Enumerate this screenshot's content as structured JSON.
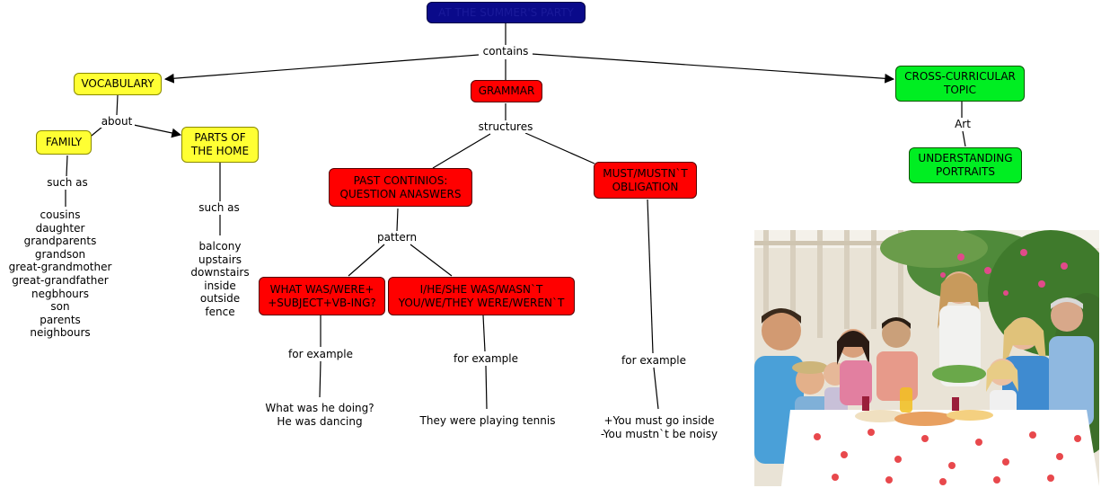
{
  "title": "AT THE SUMMER'S PARTY",
  "nodes": {
    "vocabulary": "VOCABULARY",
    "grammar": "GRAMMAR",
    "cross": "CROSS-CURRICULAR\nTOPIC",
    "family": "FAMILY",
    "parts": "PARTS OF\nTHE HOME",
    "understanding": "UNDERSTANDING\nPORTRAITS",
    "past": "PAST CONTINIOS:\nQUESTION ANASWERS",
    "must": "MUST/MUSTN`T\nOBLIGATION",
    "whatwas": "WHAT WAS/WERE+\n+SUBJECT+VB-ING?",
    "ihe": "I/HE/SHE WAS/WASN`T\nYOU/WE/THEY WERE/WEREN`T"
  },
  "links": {
    "contains": "contains",
    "about": "about",
    "structures": "structures",
    "art": "Art",
    "such_as_1": "such as",
    "such_as_2": "such as",
    "pattern": "pattern",
    "for_example_1": "for example",
    "for_example_2": "for example",
    "for_example_3": "for example"
  },
  "lists": {
    "family_words": "cousins\ndaughter\ngrandparents\ngrandson\ngreat-grandmother\ngreat-grandfather\nnegbhours\nson\nparents\nneighbours",
    "home_words": "balcony\nupstairs\ndownstairs\ninside\noutside\nfence",
    "example_question": "What was he doing?\nHe was dancing",
    "example_statement": "They were playing tennis",
    "example_must": "+You must go inside\n-You mustn`t be noisy"
  },
  "colors": {
    "title_box": "#0a0a8a",
    "vocabulary": "#ffff33",
    "grammar": "#ff0000",
    "cross_curricular": "#00ee22"
  },
  "photo": "family eating outdoors at a table under a pergola"
}
